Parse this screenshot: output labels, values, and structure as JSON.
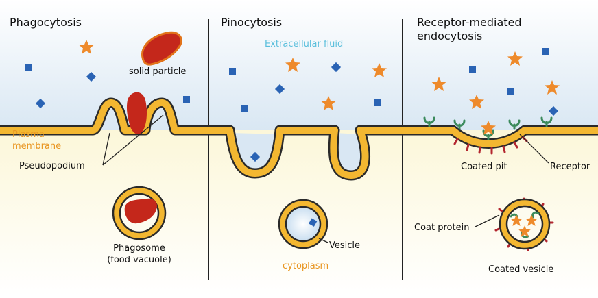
{
  "panels": {
    "phagocytosis": {
      "title": "Phagocytosis",
      "membrane_label_1": "Plasma",
      "membrane_label_2": "membrane",
      "particle_label": "solid particle",
      "pseudopodium_label": "Pseudopodium",
      "phagosome_label_1": "Phagosome",
      "phagosome_label_2": "(food vacuole)"
    },
    "pinocytosis": {
      "title": "Pinocytosis",
      "fluid_label": "Extracellular fluid",
      "vesicle_label": "Vesicle",
      "cytoplasm_label": "cytoplasm"
    },
    "receptor_mediated": {
      "title_1": "Receptor-mediated",
      "title_2": "endocytosis",
      "pit_label": "Coated pit",
      "receptor_label": "Receptor",
      "coat_label": "Coat protein",
      "vesicle_label": "Coated vesicle"
    }
  },
  "colors": {
    "membrane_fill": "#f3b731",
    "membrane_stroke": "#2a2a2a",
    "particle": "#c4271b",
    "particle_edge": "#e2731a",
    "star": "#ee8a2b",
    "square": "#2a63b4",
    "receptor": "#3b8a5c",
    "coat_spike": "#b3262f",
    "outside_tint": "#d9e7f3",
    "inside_tint": "#fdf9e1",
    "label_orange": "#e99723",
    "label_cyan": "#5bbfdc"
  }
}
